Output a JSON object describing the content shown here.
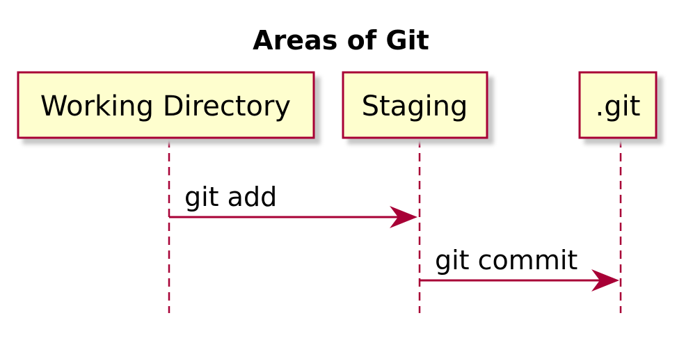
{
  "diagram": {
    "title": "Areas of Git",
    "participants": [
      {
        "id": "wd",
        "label": "Working Directory"
      },
      {
        "id": "staging",
        "label": "Staging"
      },
      {
        "id": "git",
        "label": ".git"
      }
    ],
    "messages": [
      {
        "from": "wd",
        "to": "staging",
        "label": "git add"
      },
      {
        "from": "staging",
        "to": "git",
        "label": "git commit"
      }
    ],
    "colors": {
      "participant_fill": "#FEFECE",
      "participant_border": "#A80036",
      "lifeline": "#A80036",
      "arrow": "#A80036",
      "shadow": "#C7C7C7",
      "text": "#000000"
    }
  }
}
